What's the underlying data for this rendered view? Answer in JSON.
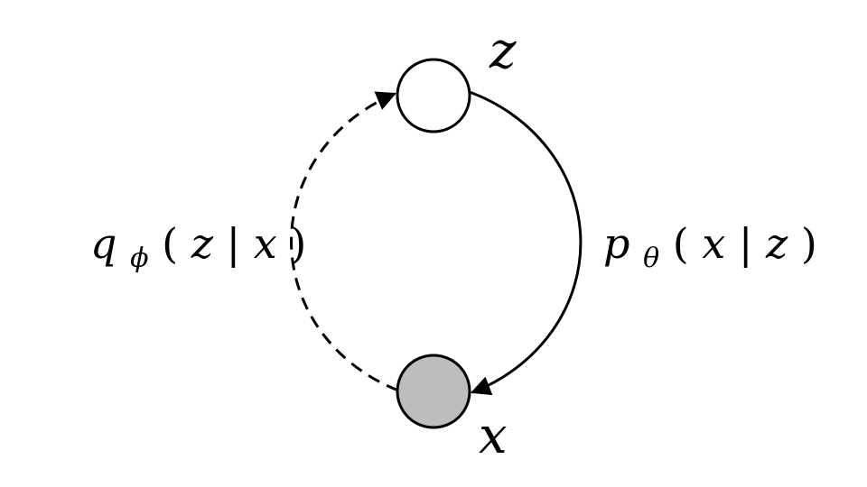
{
  "nodes": {
    "latent": {
      "label": "z",
      "fill": "#ffffff"
    },
    "observed": {
      "label": "x",
      "fill": "#bdbdbd"
    }
  },
  "edges": {
    "generative": {
      "label_var": "p",
      "label_sub": "θ",
      "label_paren_open": "(",
      "label_arg1": "x",
      "label_bar": "|",
      "label_arg2": "z",
      "label_paren_close": ")",
      "style": "solid"
    },
    "inference": {
      "label_var": "q",
      "label_sub": "ϕ",
      "label_paren_open": "(",
      "label_arg1": "z",
      "label_bar": "|",
      "label_arg2": "x",
      "label_paren_close": ")",
      "style": "dashed"
    }
  },
  "colors": {
    "stroke": "#000000",
    "background": "#ffffff"
  }
}
